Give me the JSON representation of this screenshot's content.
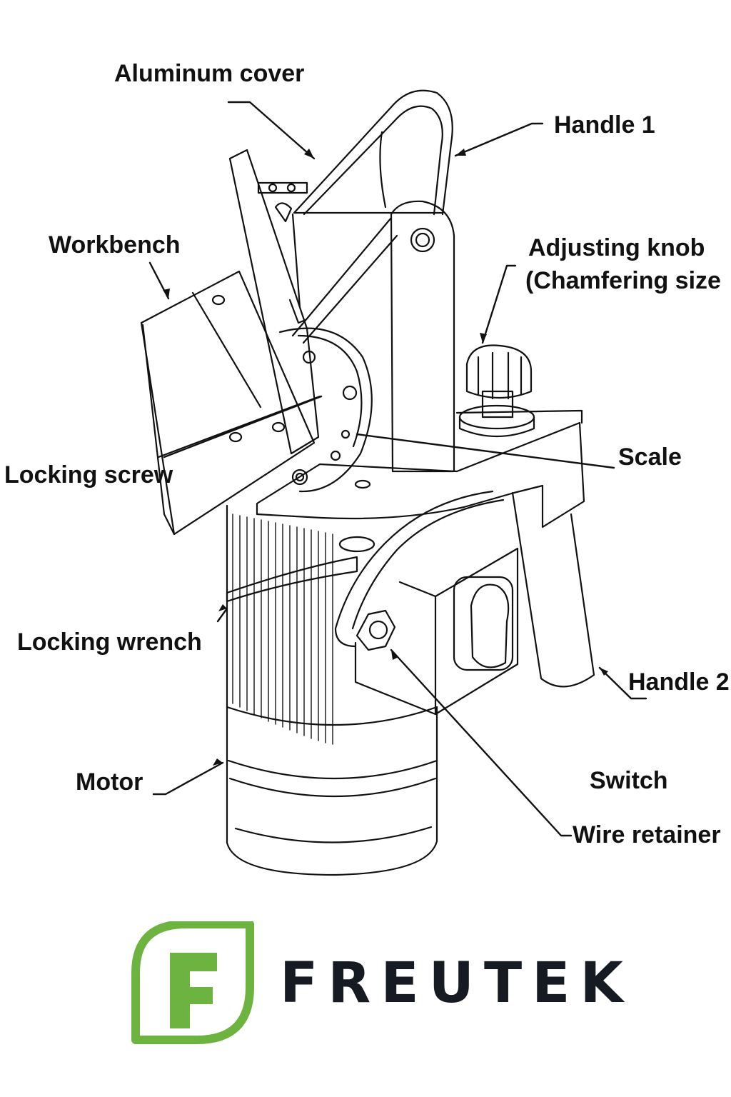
{
  "labels": {
    "aluminum_cover": "Aluminum cover",
    "handle_1": "Handle 1",
    "workbench": "Workbench",
    "adjusting_knob": "Adjusting knob",
    "chamfering_size": "(Chamfering size",
    "scale": "Scale",
    "locking_screw": "Locking screw",
    "locking_wrench": "Locking wrench",
    "handle_2": "Handle 2",
    "motor": "Motor",
    "switch": "Switch",
    "wire_retainer": "Wire retainer"
  },
  "brand": {
    "name": "FREUTEK",
    "logo_letter": "F",
    "colors": {
      "green": "#6db33f",
      "text": "#161a22"
    }
  },
  "colors": {
    "line": "#111111",
    "background": "#ffffff"
  }
}
